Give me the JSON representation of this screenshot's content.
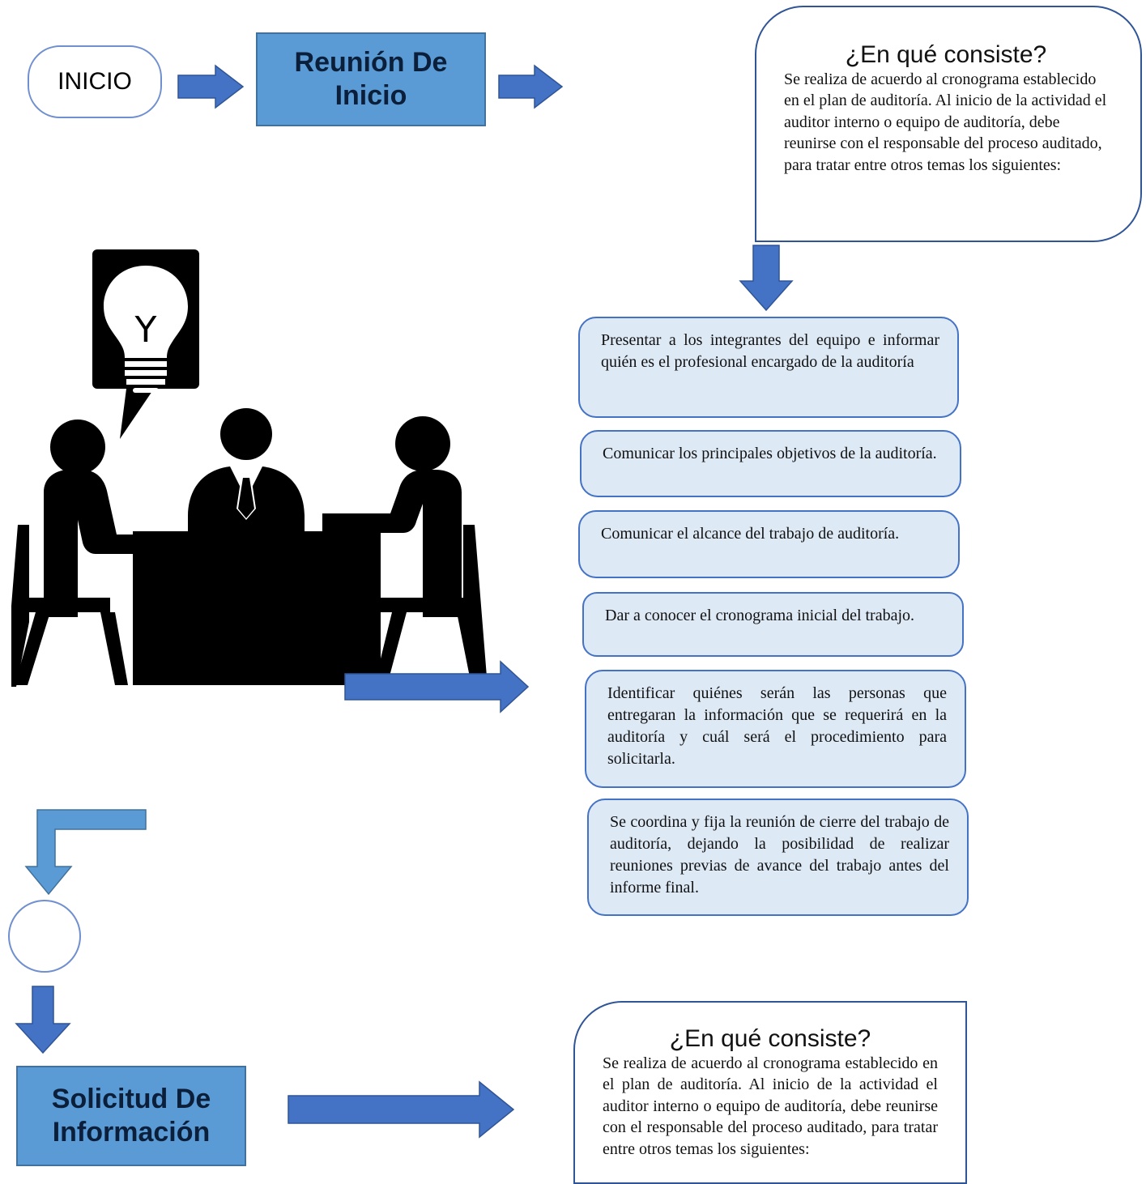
{
  "start_label": "INICIO",
  "steps": {
    "reunion": "Reunión De Inicio",
    "solicitud": "Solicitud De Información"
  },
  "callouts": [
    {
      "title": "¿En qué consiste?",
      "body": "Se realiza de acuerdo al cronograma establecido en el plan de auditoría. Al inicio de la actividad el auditor interno o equipo de auditoría, debe reunirse con el responsable del proceso auditado, para tratar entre otros temas los siguientes:"
    },
    {
      "title": "¿En qué consiste?",
      "body": "Se realiza de acuerdo al cronograma establecido en el plan de auditoría. Al inicio de la actividad el auditor interno o equipo de auditoría, debe reunirse con el responsable del proceso auditado, para tratar entre otros temas los siguientes:"
    }
  ],
  "items": [
    "Presentar a los integrantes del equipo e informar quién es el profesional encargado de la auditoría",
    "Comunicar los principales objetivos de la auditoría.",
    "Comunicar el alcance del trabajo de auditoría.",
    "Dar a conocer el cronograma inicial del trabajo.",
    "Identificar quiénes serán las personas que entregaran la información que se requerirá en la auditoría y cuál será el procedimiento para solicitarla.",
    "Se coordina y fija la reunión de cierre del trabajo de auditoría, dejando la posibilidad de realizar reuniones previas de avance del trabajo antes del informe final."
  ],
  "bulb_glyph": "Y",
  "icons": [
    "lightbulb-icon",
    "meeting-people-icon"
  ],
  "colors": {
    "process_fill": "#5b9bd5",
    "arrow_fill": "#4472c4",
    "item_fill": "#dee9f6",
    "item_border": "#4472c4"
  }
}
